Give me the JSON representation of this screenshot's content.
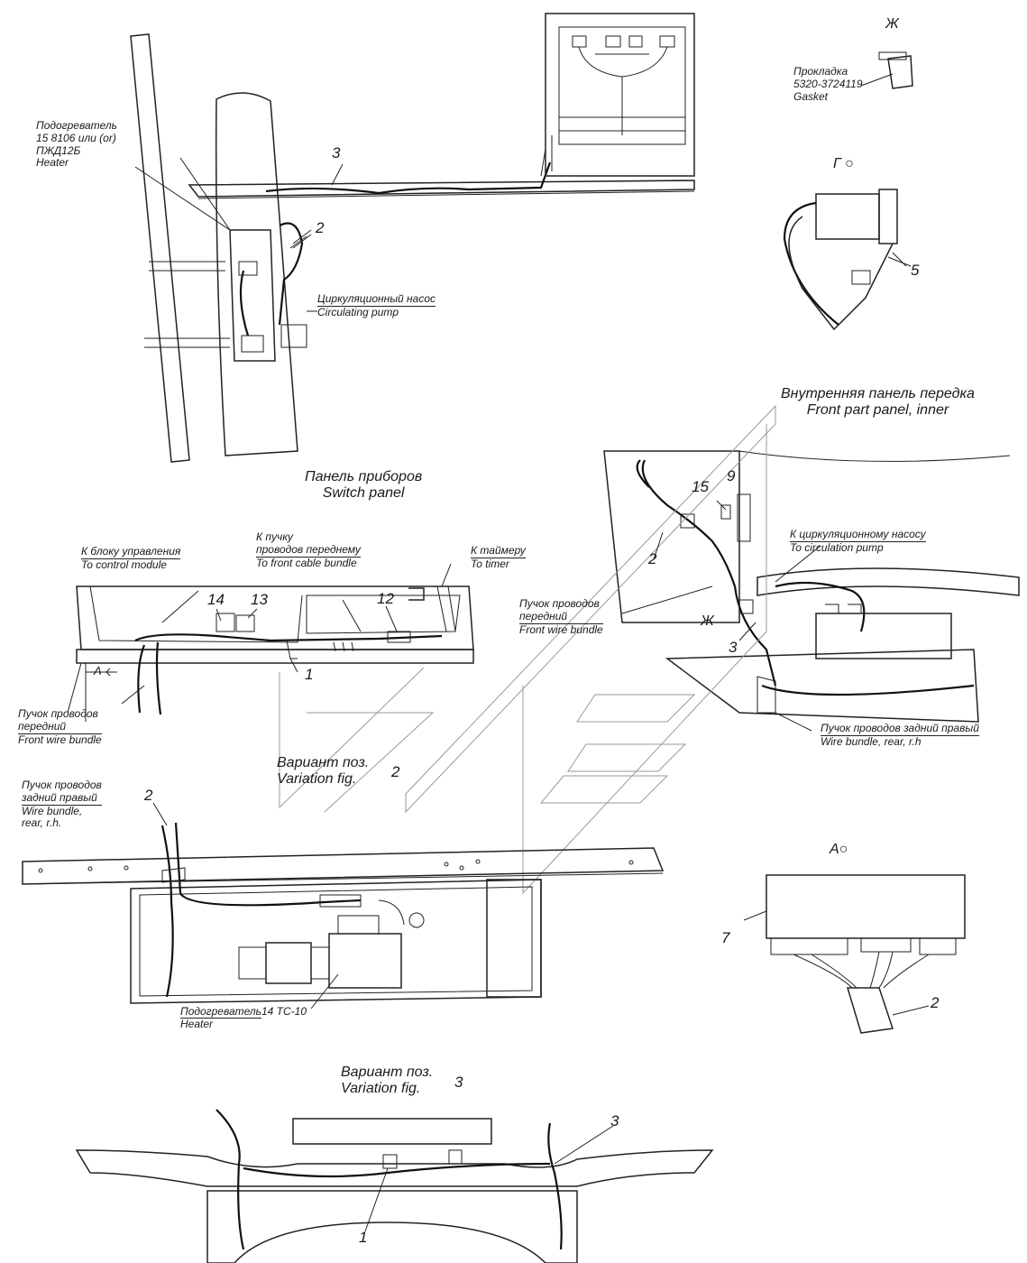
{
  "views": {
    "view_zh": {
      "letter": "Ж"
    },
    "view_g": {
      "letter": "Г"
    },
    "view_a": {
      "letter": "А"
    },
    "arrow_a": {
      "letter": "А"
    },
    "marker_zh": {
      "letter": "Ж"
    }
  },
  "top_left": {
    "heater": [
      "Подогреватель",
      "15 8106 или (or)",
      "ПЖД12Б",
      "Heater"
    ],
    "pump_ru": "Циркуляционный насос",
    "pump_en": "Circulating pump"
  },
  "gasket": {
    "ru": "Прокладка",
    "part": "5320-3724119",
    "en": "Gasket"
  },
  "front_panel": {
    "ru": "Внутренняя панель передка",
    "en": "Front part panel, inner"
  },
  "switch_panel": {
    "ru": "Панель приборов",
    "en": "Switch panel"
  },
  "mid_labels": {
    "control_module_ru": "К блоку управления",
    "control_module_en": "To control module",
    "front_cable_ru_1": "К пучку",
    "front_cable_ru_2": "проводов переднему",
    "front_cable_en": "To front cable bundle",
    "timer_ru": "К таймеру",
    "timer_en": "To timer",
    "circ_pump_ru": "К циркуляционному насосу",
    "circ_pump_en": "To circulation pump",
    "fwb_left": [
      "Пучок проводов",
      "передний",
      "Front wire bundle"
    ],
    "fwb_right": [
      "Пучок проводов",
      "передний",
      "Front wire bundle"
    ],
    "rear_rh_ru": "Пучок проводов задний правый",
    "rear_rh_en": "Wire bundle, rear, r.h"
  },
  "variation_2": {
    "title_ru": "Вариант поз.",
    "title_en": "Variation fig.",
    "num": "2",
    "bundle": [
      "Пучок проводов",
      "задний правый",
      "Wire bundle,",
      "rear, r.h."
    ],
    "heater_ru": "Подогреватель",
    "heater_model": "14 ТС-10",
    "heater_en": "Heater"
  },
  "variation_3": {
    "title_ru": "Вариант поз.",
    "title_en": "Variation fig.",
    "num": "3"
  },
  "callouts": {
    "c3_top": "3",
    "c2_top": "2",
    "c5": "5",
    "c15": "15",
    "c9": "9",
    "c2_mid": "2",
    "c3_mid": "3",
    "c14": "14",
    "c13": "13",
    "c12": "12",
    "c1_mid": "1",
    "c2_var": "2",
    "c7": "7",
    "c2_a": "2",
    "c3_bot": "3",
    "c1_bot": "1"
  }
}
